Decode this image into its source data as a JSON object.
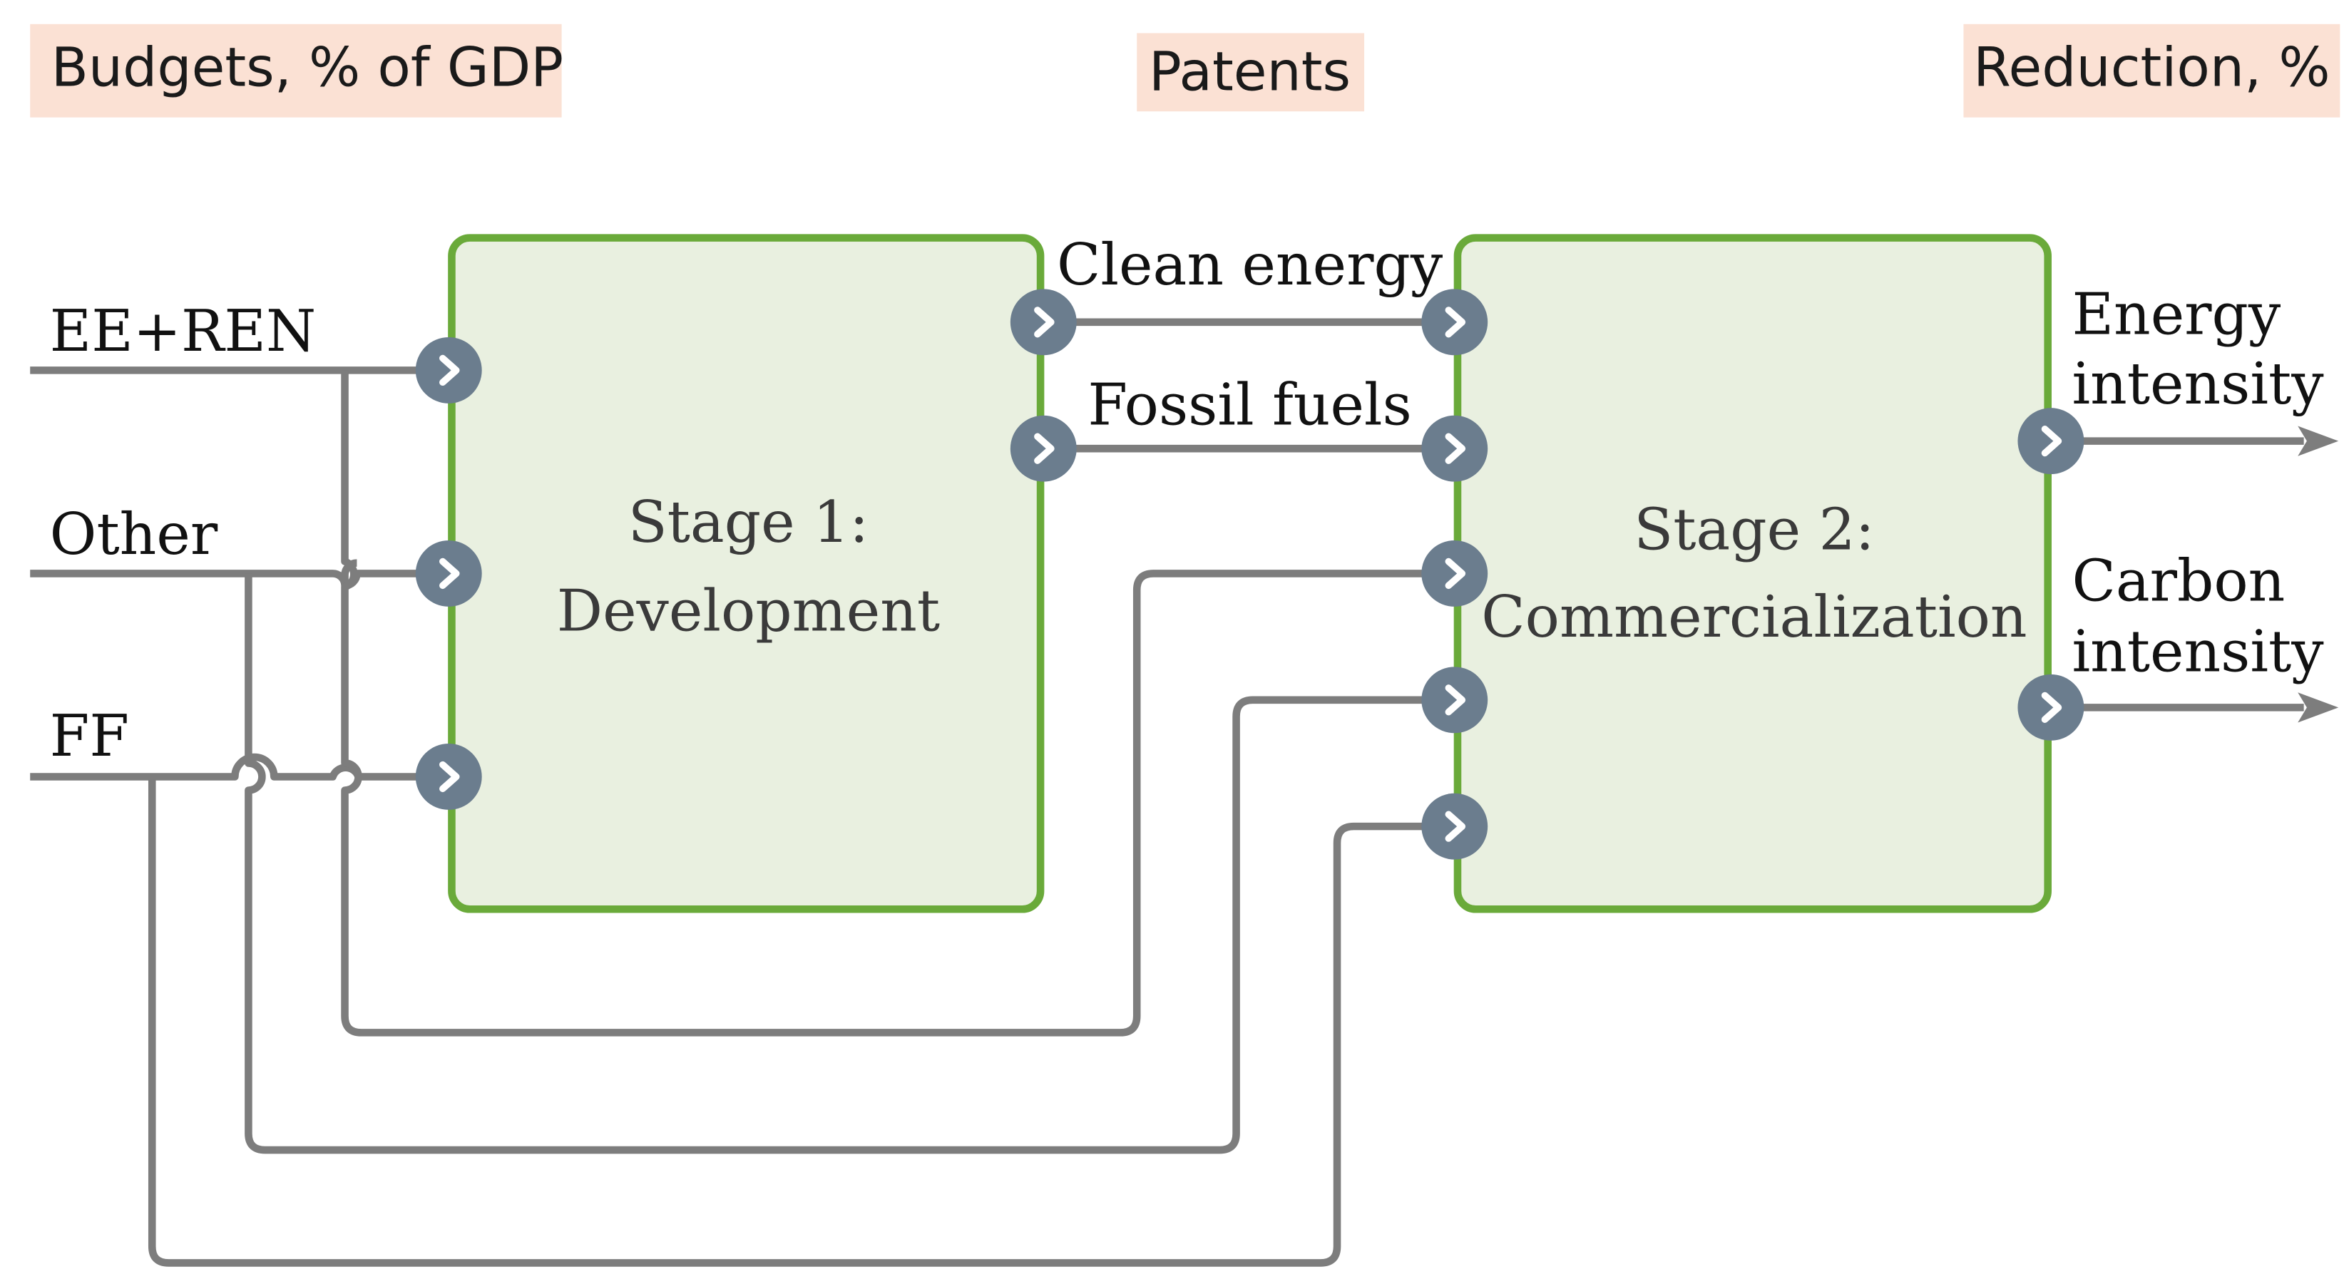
{
  "headers": {
    "budgets": "Budgets, % of GDP",
    "patents": "Patents",
    "reduction": "Reduction, %"
  },
  "inputs": {
    "ee_ren": "EE+REN",
    "other": "Other",
    "ff": "FF"
  },
  "stage1": {
    "line1": "Stage 1:",
    "line2": "Development"
  },
  "stage2": {
    "line1": "Stage 2:",
    "line2": "Commercialization"
  },
  "patent_outputs": {
    "clean": "Clean energy",
    "fossil": "Fossil fuels"
  },
  "outputs": {
    "energy_line1": "Energy",
    "energy_line2": "intensity",
    "carbon_line1": "Carbon",
    "carbon_line2": "intensity"
  },
  "colors": {
    "box_fill": "#e9f0e0",
    "box_border": "#6aaa3a",
    "header_bg": "#fbe1d4",
    "wire": "#7d7d7d",
    "port": "#6b7d8e"
  }
}
